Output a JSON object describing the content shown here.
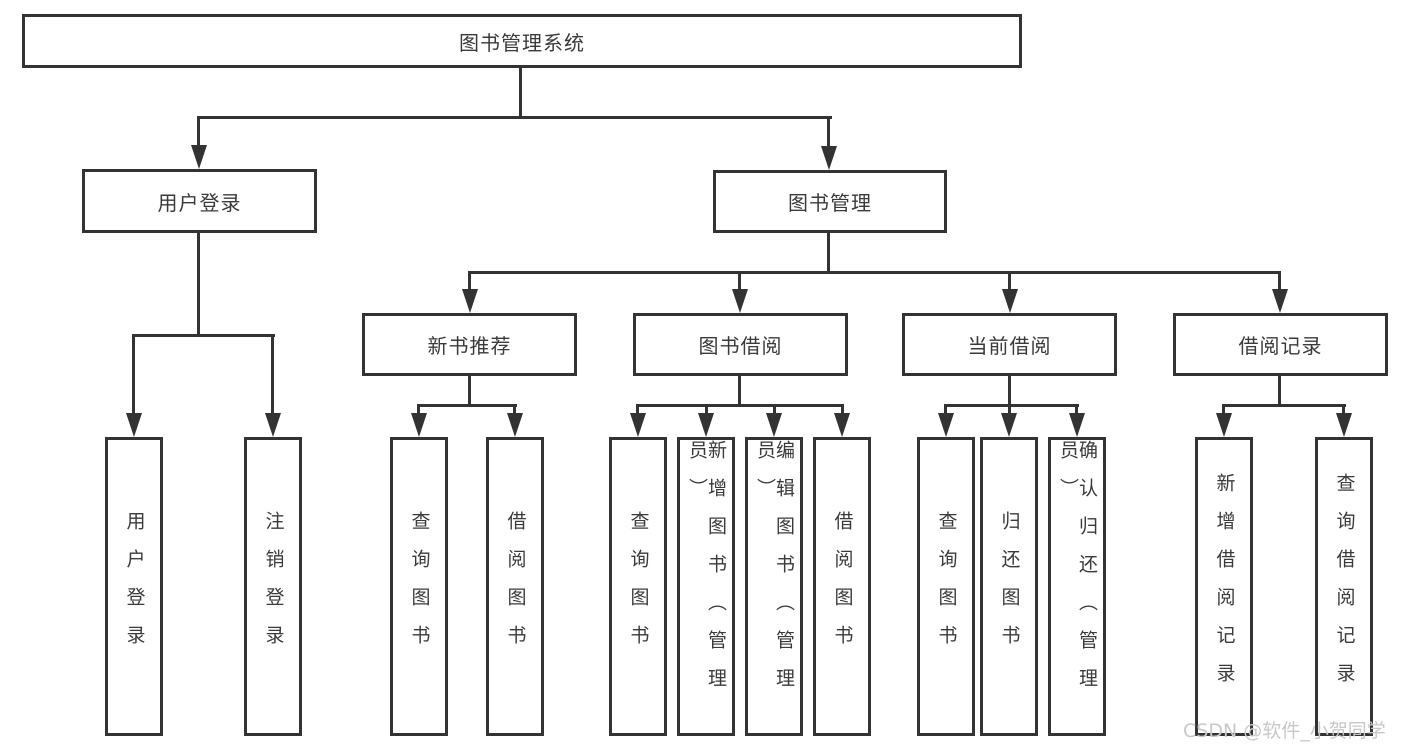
{
  "diagram": {
    "type": "tree-structure-chart",
    "tree": {
      "label": "图书管理系统",
      "children": [
        {
          "label": "用户登录",
          "children": [
            {
              "label": "用户登录"
            },
            {
              "label": "注销登录"
            }
          ]
        },
        {
          "label": "图书管理",
          "children": [
            {
              "label": "新书推荐",
              "children": [
                {
                  "label": "查询图书"
                },
                {
                  "label": "借阅图书"
                }
              ]
            },
            {
              "label": "图书借阅",
              "children": [
                {
                  "label": "查询图书"
                },
                {
                  "label": "新增图书（管理员）"
                },
                {
                  "label": "编辑图书（管理员）"
                },
                {
                  "label": "借阅图书"
                }
              ]
            },
            {
              "label": "当前借阅",
              "children": [
                {
                  "label": "查询图书"
                },
                {
                  "label": "归还图书"
                },
                {
                  "label": "确认归还（管理员）"
                }
              ]
            },
            {
              "label": "借阅记录",
              "children": [
                {
                  "label": "新增借阅记录"
                },
                {
                  "label": "查询借阅记录"
                }
              ]
            }
          ]
        }
      ]
    },
    "watermark": "CSDN @软件_小贺同学",
    "colors": {
      "line": "#333333",
      "text": "#3a3a3a",
      "watermark": "#c8c8c8",
      "bg": "#ffffff"
    }
  }
}
